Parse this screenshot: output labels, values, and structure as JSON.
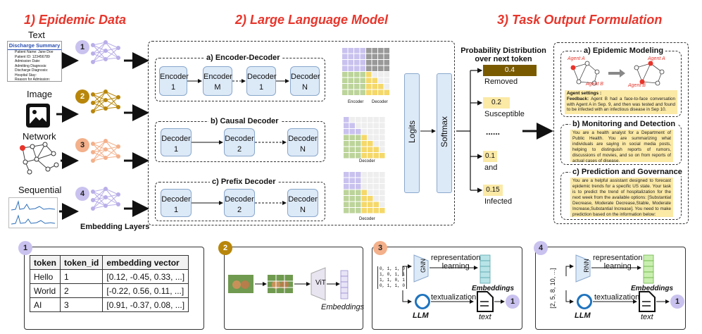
{
  "titles": {
    "section1": "1) Epidemic Data",
    "section2": "2) Large Language Model",
    "section3": "3) Task Output Formulation"
  },
  "inputs": [
    {
      "label": "Text",
      "num": "1",
      "color": "#c9c2ef"
    },
    {
      "label": "Image",
      "num": "2",
      "color": "#b8860b"
    },
    {
      "label": "Network",
      "num": "3",
      "color": "#f3b08a"
    },
    {
      "label": "Sequential",
      "num": "4",
      "color": "#c9c2ef"
    }
  ],
  "discharge": {
    "title": "Discharge Summary",
    "lines": [
      "Patient Name: Jane Doe",
      "Patient ID: 123456789",
      "Admission Date:",
      "Admitting Diagnosis:",
      "Discharge Diagnosis:",
      "Hospital Stay:",
      "Reason for Admission:"
    ]
  },
  "embedding_label": "Embedding Layers",
  "llm": {
    "encdec": {
      "title": "a) Encoder-Decoder",
      "blocks": [
        [
          "Encoder",
          "1"
        ],
        [
          "Encoder",
          "M"
        ],
        [
          "Decoder",
          "1"
        ],
        [
          "Decoder",
          "N"
        ]
      ]
    },
    "causal": {
      "title": "b) Causal Decoder",
      "blocks": [
        [
          "Decoder",
          "1"
        ],
        [
          "Decoder",
          "2"
        ],
        [
          "Decoder",
          "N"
        ]
      ]
    },
    "prefix": {
      "title": "c) Prefix Decoder",
      "blocks": [
        [
          "Decoder",
          "1"
        ],
        [
          "Decoder",
          "2"
        ],
        [
          "Decoder",
          "N"
        ]
      ]
    },
    "matrix_labels": {
      "encoder": "Encoder",
      "decoder": "Decoder"
    },
    "logits": "Logits",
    "softmax": "Softmax"
  },
  "probs": {
    "title_line1": "Probability Distribution",
    "title_line2": "over next token",
    "items": [
      {
        "value": "0.4",
        "token": "Removed",
        "level": 0.4
      },
      {
        "value": "0.2",
        "token": "Susceptible",
        "level": 0.2
      },
      {
        "value": "0.1",
        "token": "and",
        "level": 0.1
      },
      {
        "value": "0.15",
        "token": "Infected",
        "level": 0.15
      }
    ],
    "ellipsis": "......",
    "bar_color": "#7a5a00",
    "light_color": "#fbe9a6"
  },
  "task": {
    "a_title": "a) Epidemic Modeling",
    "agent_a": "Agent A",
    "agent_b": "Agent B",
    "settings_label": "Agent settings :",
    "feedback_label": "Feedback:",
    "feedback_text": "Agent B had a face-to-face conversation with Agent A in Sep. 9, and then was tested and found to be infected with an infectious disease in Sep 10.",
    "b_title": "b) Monitoring and Detection",
    "b_text": "You are a health analyst for a Department of Public Health. You are summarizing what individuals are saying in social media posts, helping to distinguish reports of rumors, discussions of movies, and so on from reports of actual cases of disease.",
    "c_title": "c) Prediction and Governance",
    "c_text": "You are a helpful assistant designed to forecast epidemic trends for a specific US state. Your task is to predict the trend of hospitalization for the next week from the available options: [Substantial Decrease, Moderate Decrease,Stable, Moderate Increase,Substantial Increase]. You need to make prediction based on the information below:"
  },
  "panel1": {
    "num": "1",
    "headers": [
      "token",
      "token_id",
      "embedding vector"
    ],
    "rows": [
      [
        "Hello",
        "1",
        "[0.12, -0.45, 0.33, ...]"
      ],
      [
        "World",
        "2",
        "[-0.22, 0.56, 0.11, ...]"
      ],
      [
        "AI",
        "3",
        "[0.91, -0.37, 0.08, ...]"
      ]
    ]
  },
  "panel2": {
    "num": "2",
    "vit": "ViT",
    "embeddings": "Embeddings"
  },
  "panel3": {
    "num": "3",
    "gnn": "GNN",
    "rep1": "representation",
    "rep2": "learning",
    "embeddings": "Embeddings",
    "textualization": "textualization",
    "llm": "LLM",
    "text": "text",
    "out": "1",
    "matrix": [
      "0, 1, 1, 0",
      "1, 0, 1, 1",
      "1, 1, 0, 1",
      "0, 1, 1, 0"
    ]
  },
  "panel4": {
    "num": "4",
    "rnn": "RNN",
    "rep1": "representation",
    "rep2": "learning",
    "embeddings": "Embeddings",
    "textualization": "textualization",
    "llm": "LLM",
    "text": "text",
    "out": "1",
    "seq": "[2, 5, 8, 10, ...]"
  }
}
